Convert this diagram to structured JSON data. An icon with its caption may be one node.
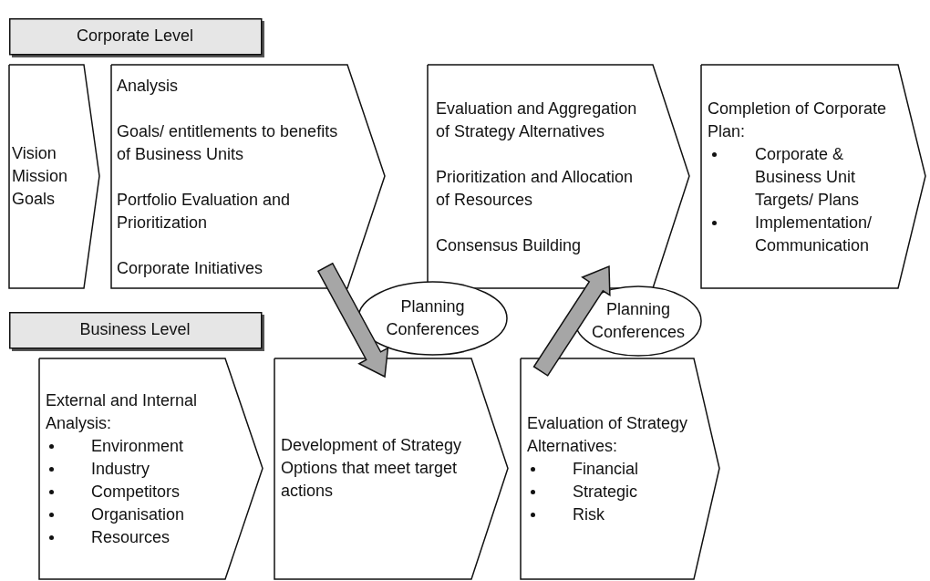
{
  "diagram": {
    "nodes": [
      {
        "text": [
          "Corporate Level"
        ]
      },
      {
        "text": [
          "Vision Mission Goals"
        ]
      },
      {
        "text": [
          "Analysis",
          "Goals/ entitlements to benefits of Business Units",
          "Portfolio Evaluation and Prioritization",
          "Corporate Initiatives"
        ]
      },
      {
        "text": [
          "Evaluation and Aggregation of Strategy Alternatives",
          "Prioritization and Allocation of Resources",
          "Consensus Building"
        ]
      },
      {
        "text": [
          "Completion of Corporate Plan:",
          "Corporate & Business Unit Targets/ Plans",
          "Implementation/ Communication"
        ]
      },
      {
        "text": [
          "Business Level"
        ]
      },
      {
        "text": [
          "Planning Conferences"
        ]
      },
      {
        "text": [
          "Planning Conferences"
        ]
      },
      {
        "text": [
          "External and Internal Analysis:",
          "Environment",
          "Industry",
          "Competitors",
          "Organisation",
          "Resources"
        ]
      },
      {
        "text": [
          "Development of Strategy Options that meet target actions"
        ]
      },
      {
        "text": [
          "Evaluation of Strategy Alternatives:",
          "Financial",
          "Strategic",
          "Risk"
        ]
      }
    ],
    "edges": [
      {
        "from": 2,
        "to": 9,
        "arrow": "to",
        "style": "thick"
      },
      {
        "from": 10,
        "to": 3,
        "arrow": "to",
        "style": "thick"
      }
    ]
  }
}
